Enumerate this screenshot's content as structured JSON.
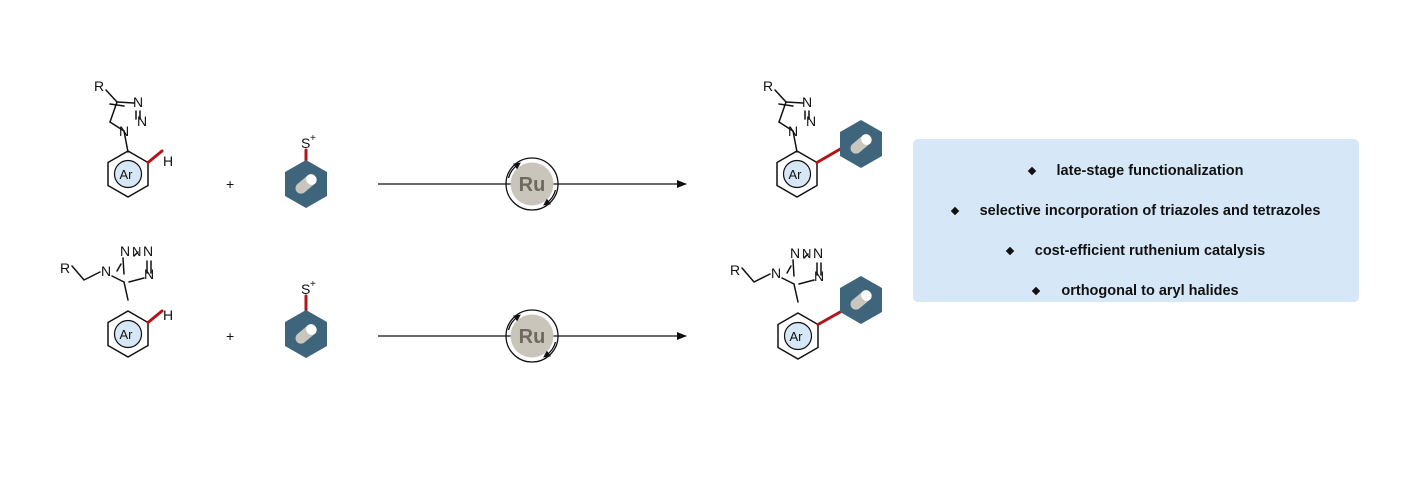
{
  "colors": {
    "reagent_hexagon": "#3f657c",
    "highlight_bond": "#b3141a",
    "aryl_ring_fill": "#d6e8f7",
    "catalyst_disc": "#c9c5bb",
    "features_box": "#d6e8f7"
  },
  "labels": {
    "R": "R",
    "N": "N",
    "H": "H",
    "Ar": "Ar",
    "plus": "+",
    "sulfonium": "S",
    "sulfonium_charge": "+",
    "catalyst": "Ru"
  },
  "features": [
    "late-stage functionalization",
    "selective incorporation of triazoles and tetrazoles",
    "cost-efficient ruthenium catalysis",
    "orthogonal to aryl halides"
  ]
}
